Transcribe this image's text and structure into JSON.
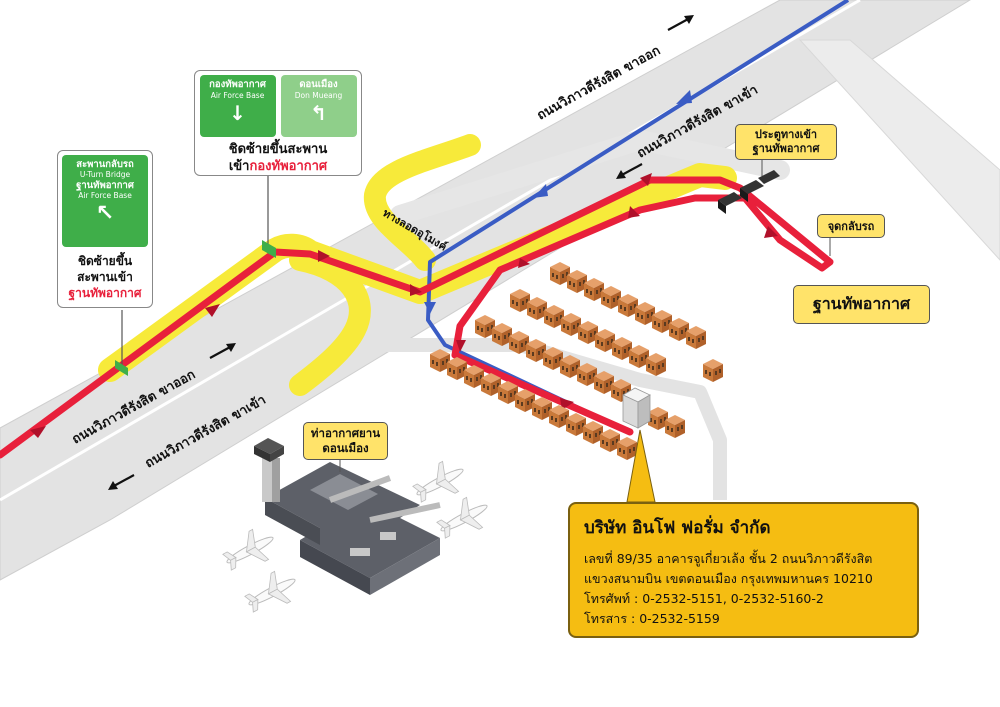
{
  "roads": {
    "top_outbound": "ถนนวิภาวดีรังสิต ขาออก",
    "top_inbound": "ถนนวิภาวดีรังสิต ขาเข้า",
    "left_outbound": "ถนนวิภาวดีรังสิต ขาออก",
    "left_inbound": "ถนนวิภาวดีรังสิต ขาเข้า",
    "tunnel": "ทางลอดอุโมงค์"
  },
  "sign_uturn": {
    "line1": "สะพานกลับรถ",
    "line2": "U-Turn Bridge",
    "line3": "ฐานทัพอากาศ",
    "line4": "Air Force Base",
    "arrow": "↖",
    "desc1": "ชิดซ้ายขึ้น",
    "desc2": "สะพานเข้า",
    "desc3": "ฐานทัพอากาศ"
  },
  "sign_bridge": {
    "left_th": "กองทัพอากาศ",
    "left_en": "Air Force Base",
    "left_arrow": "↓",
    "right_th": "ดอนเมือง",
    "right_en": "Don Mueang",
    "right_arrow": "↰",
    "desc1": "ชิดซ้ายขึ้นสะพาน",
    "desc2a": "เข้า",
    "desc2b": "กองทัพอากาศ"
  },
  "labels": {
    "gate_line1": "ประตูทางเข้า",
    "gate_line2": "ฐานทัพอากาศ",
    "uturn_point": "จุดกลับรถ",
    "air_force_base": "ฐานทัพอากาศ",
    "airport_line1": "ท่าอากาศยาน",
    "airport_line2": "ดอนเมือง"
  },
  "company": {
    "name": "บริษัท อินโฟ ฟอรั่ม จำกัด",
    "address1": "เลขที่ 89/35 อาคารจูเกี่ยวเล้ง ชั้น 2 ถนนวิภาวดีรังสิต",
    "address2": "แขวงสนามบิน เขตดอนเมือง กรุงเทพมหานคร 10210",
    "phone": "โทรศัพท์ : 0-2532-5151, 0-2532-5160-2",
    "fax": "โทรสาร : 0-2532-5159"
  },
  "colors": {
    "route_red": "#e8203b",
    "route_blue": "#3a5cc4",
    "highway_yellow": "#f7ea3a",
    "sign_green": "#3fae49",
    "label_yellow": "#ffe36a",
    "company_box": "#f5bd12",
    "road_gray": "#e3e3e3",
    "building_brown": "#c9793a"
  }
}
